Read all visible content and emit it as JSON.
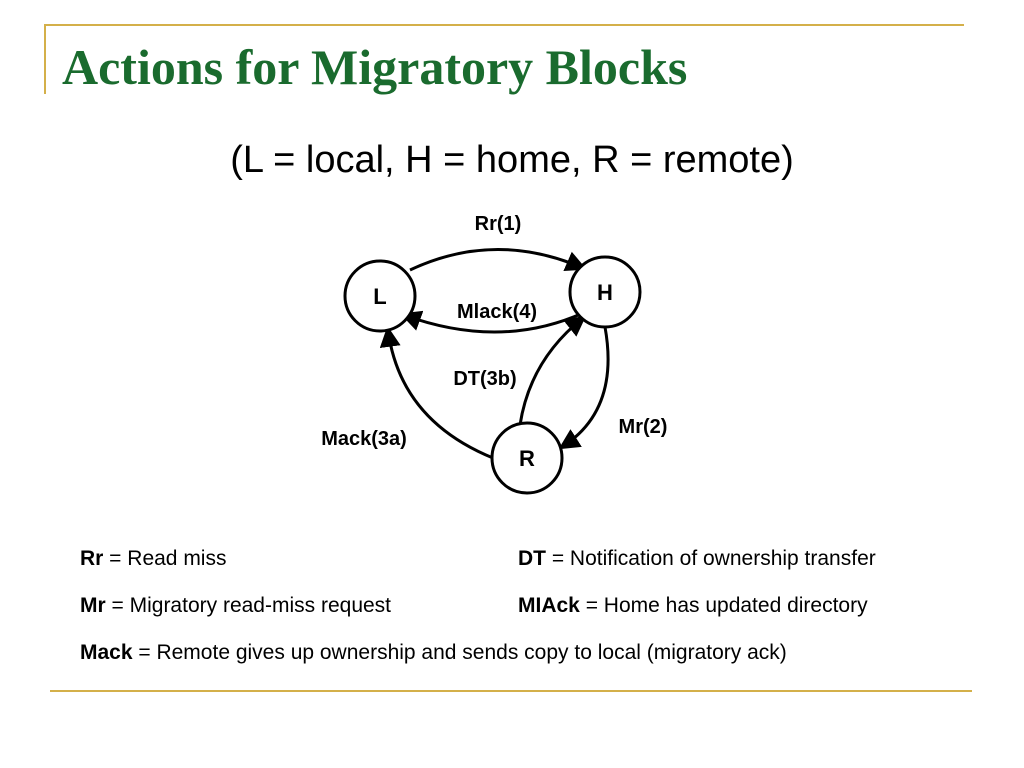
{
  "slide": {
    "title": "Actions for Migratory Blocks",
    "subtitle": "(L = local, H = home, R = remote)"
  },
  "diagram": {
    "nodes": {
      "local": "L",
      "home": "H",
      "remote": "R"
    },
    "edges": {
      "rr": "Rr(1)",
      "mlack": "Mlack(4)",
      "dt": "DT(3b)",
      "mr": "Mr(2)",
      "mack": "Mack(3a)"
    }
  },
  "legend": [
    {
      "term": "Rr",
      "definition": " = Read miss"
    },
    {
      "term": "DT",
      "definition": " = Notification of ownership transfer"
    },
    {
      "term": "Mr",
      "definition": " = Migratory read-miss request"
    },
    {
      "term": "MIAck",
      "definition": " = Home has updated directory"
    },
    {
      "term": "Mack",
      "definition": " = Remote gives up ownership and sends copy to local (migratory ack)"
    }
  ]
}
